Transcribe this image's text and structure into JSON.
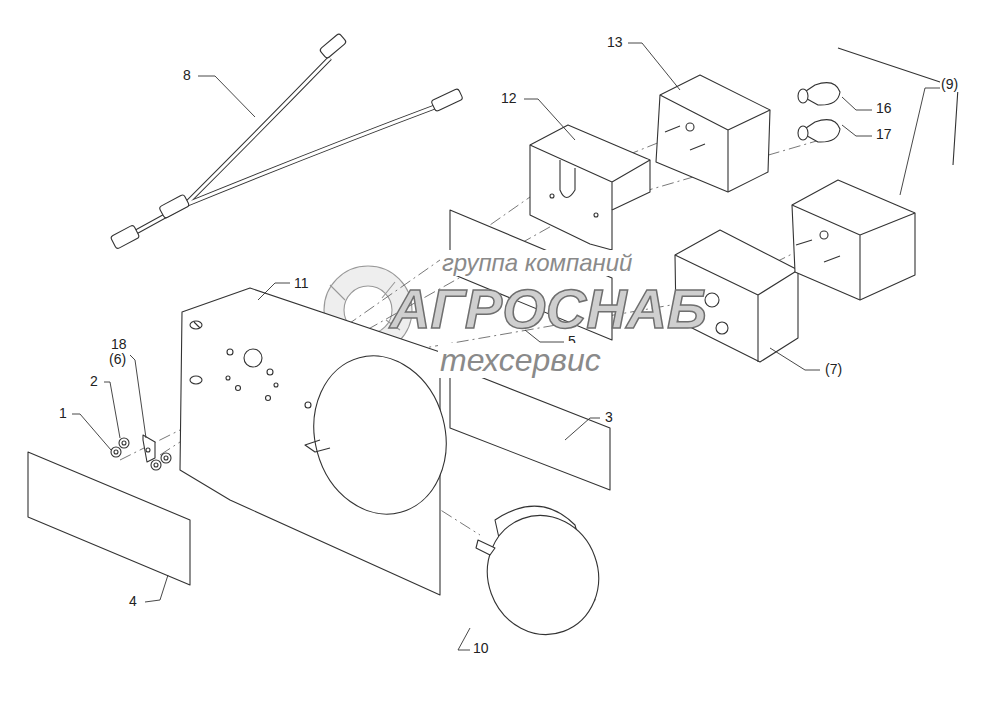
{
  "diagram": {
    "labels": [
      "8",
      "13",
      "12",
      "16",
      "17",
      "(9)",
      "11",
      "5",
      "18",
      "(6)",
      "2",
      "1",
      "3",
      "(7)",
      "4",
      "10",
      "группа компаний",
      "АГРОСНАБ",
      "техсервис"
    ]
  }
}
